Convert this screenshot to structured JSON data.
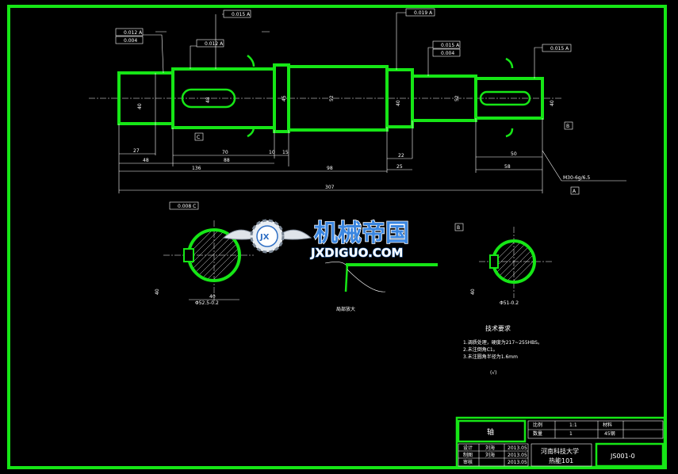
{
  "drawing": {
    "section_a_label": "A",
    "section_b_label": "B",
    "view_label": "局部放大",
    "datum_a": "A",
    "datum_b": "B",
    "datum_c": "C",
    "dims": {
      "d27": "27",
      "d48": "48",
      "d70": "70",
      "d10": "10",
      "d15": "15",
      "d136": "136",
      "d88": "88",
      "d98": "98",
      "d22": "22",
      "d25": "25",
      "d50": "50",
      "d58": "58",
      "d307": "307",
      "d40a": "40",
      "d40b": "40",
      "d48b": "48",
      "d52": "52",
      "d5": "45",
      "sec_a_dim": "Φ52.5-0.2",
      "sec_b_dim": "Φ51-0.2"
    },
    "tolerances": {
      "t1": "0.012 A",
      "t2": "0.004",
      "t3": "0.015 A",
      "t4": "0.012 A",
      "t5": "0.019 A",
      "t6": "0.015 A",
      "t7": "0.004",
      "t8": "0.015 A",
      "t9": "0.008 C"
    },
    "thread_note": "M30-6g/6.5"
  },
  "watermark": {
    "cn_text": "机械帝国",
    "en_text": "JXDIGUO.COM",
    "logo_text": "JX"
  },
  "tech_req": {
    "title": "技术要求",
    "items": [
      "1.调质处理，硬度为217~255HBS。",
      "2.未注倒角C1。",
      "3.未注圆角半径为1.6mm"
    ],
    "roughness_note": "(√)"
  },
  "title_block": {
    "part_name": "轴",
    "scale_label": "比例",
    "scale_value": "1:1",
    "qty_label": "数量",
    "qty_value": "1",
    "material_label": "材料",
    "material_value": "45钢",
    "row_design": "设计",
    "row_draw": "制图",
    "row_review": "审核",
    "name1": "刘海",
    "name2": "刘海",
    "name3": "",
    "date1": "2013.05",
    "date2": "2013.05",
    "date3": "2013.05",
    "school": "河南科技大学",
    "class": "热能101",
    "drawing_no": "JS001-0"
  }
}
